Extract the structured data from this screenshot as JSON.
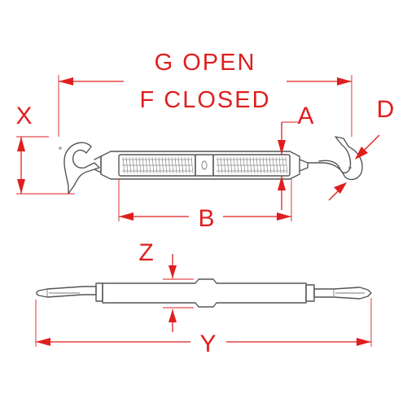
{
  "figure": {
    "labels": {
      "g": "G OPEN",
      "f": "F CLOSED",
      "x": "X",
      "a": "A",
      "d": "D",
      "b": "B",
      "z": "Z",
      "y": "Y"
    },
    "colors": {
      "dimension": "#e01e1e",
      "outline": "#555555"
    }
  }
}
